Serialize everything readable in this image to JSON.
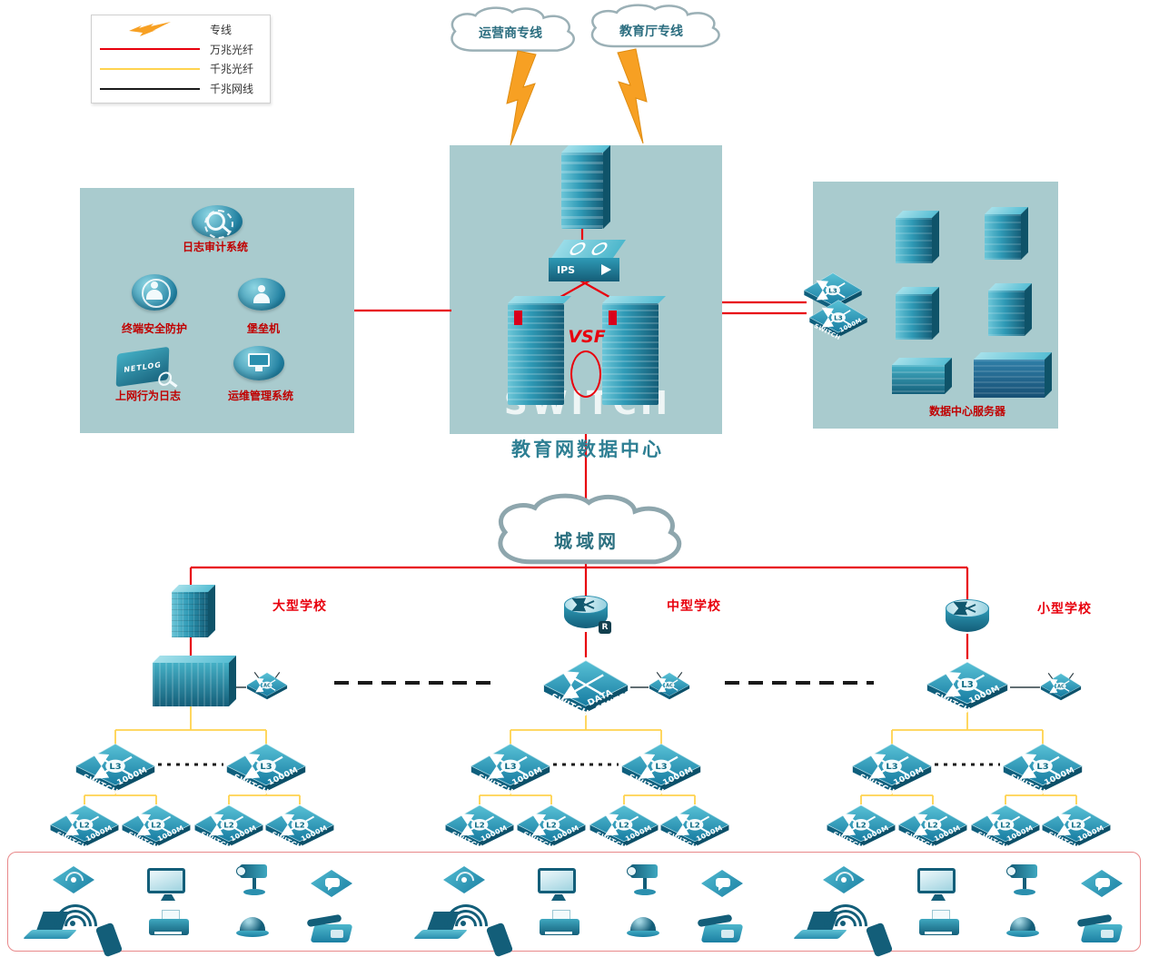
{
  "legend": {
    "items": [
      {
        "label": "专线"
      },
      {
        "label": "万兆光纤"
      },
      {
        "label": "千兆光纤"
      },
      {
        "label": "千兆网线"
      }
    ]
  },
  "uplink_clouds": {
    "carrier": "运营商专线",
    "education": "教育厅专线"
  },
  "data_center": {
    "title": "教育网数据中心",
    "ips_label": "IPS",
    "vsf_label": "VSF",
    "ghost_label": "SWITCH"
  },
  "security_panel": {
    "items": [
      "日志审计系统",
      "终端安全防护",
      "堡垒机",
      "上网行为日志",
      "运维管理系统"
    ],
    "netlog_text": "NETLOG"
  },
  "server_panel": {
    "title": "数据中心服务器"
  },
  "man_cloud": {
    "label": "城域网"
  },
  "schools": {
    "large": "大型学校",
    "medium": "中型学校",
    "small": "小型学校"
  },
  "device_labels": {
    "switch": "SWITCH",
    "g1000": "1000M",
    "l3": "L3",
    "l2": "L2",
    "ac": "AC",
    "r": "R",
    "data_center": "DATA CENTER"
  },
  "colors": {
    "line_10g_fiber": "#e8000d",
    "line_1g_fiber": "#ffd34f",
    "line_1g_cable": "#1a1a1a",
    "lightning": "#f7a023",
    "panel_bg": "#a9cbce",
    "device_teal": "#1f7fa0",
    "label_red": "#c00000",
    "title_teal": "#2e7f93"
  }
}
